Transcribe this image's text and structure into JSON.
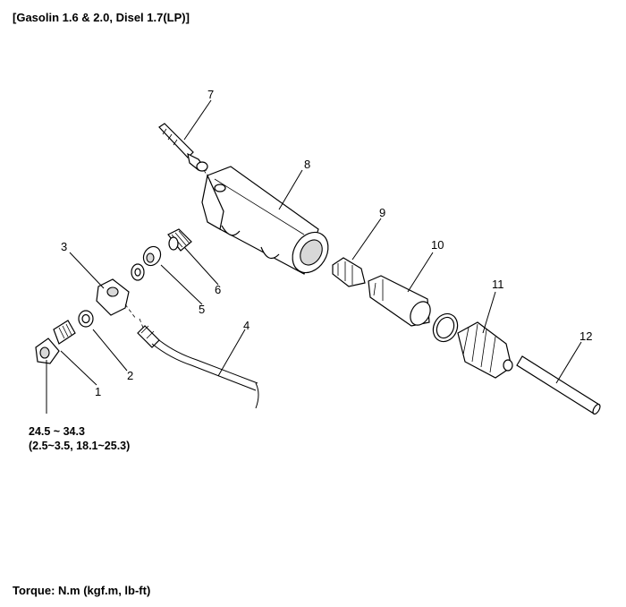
{
  "header": {
    "title": "[Gasolin 1.6 & 2.0, Disel 1.7(LP)]"
  },
  "torque_spec": {
    "value": "24.5 ~ 34.3",
    "units": "(2.5~3.5, 18.1~25.3)"
  },
  "footer": {
    "legend": "Torque: N.m (kgf.m, lb-ft)"
  },
  "callouts": [
    "1",
    "2",
    "3",
    "4",
    "5",
    "6",
    "7",
    "8",
    "9",
    "10",
    "11",
    "12"
  ]
}
